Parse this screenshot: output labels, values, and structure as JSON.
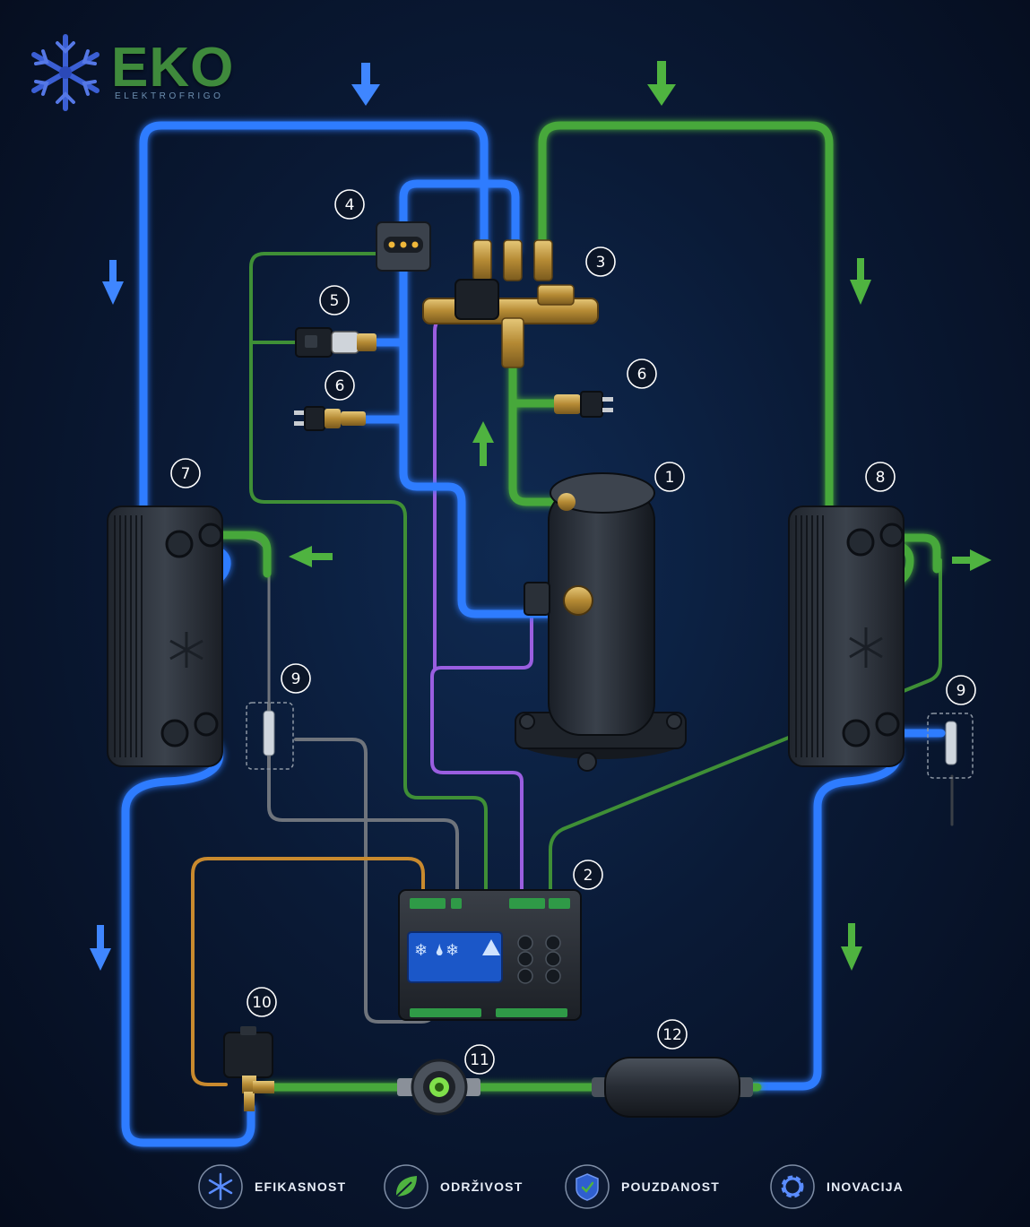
{
  "brand": {
    "name": "EKO",
    "tagline": "ELEKTROFRIGO",
    "icon": "snowflake-icon"
  },
  "callouts": [
    "1",
    "2",
    "3",
    "4",
    "5",
    "6",
    "6",
    "7",
    "8",
    "9",
    "9",
    "10",
    "11",
    "12"
  ],
  "footer": [
    {
      "label": "EFIKASNOST",
      "icon": "snowflake-icon"
    },
    {
      "label": "ODRŽIVOST",
      "icon": "leaf-icon"
    },
    {
      "label": "POUZDANOST",
      "icon": "shield-check-icon"
    },
    {
      "label": "INOVACIJA",
      "icon": "gear-icon"
    }
  ],
  "colors": {
    "pipe_blue": "#2f7bff",
    "pipe_green": "#47a83a",
    "wire_purple": "#9a5ee0",
    "wire_orange": "#c98a2e",
    "wire_gray": "#6f747c",
    "brass": "#c8a24a",
    "background": "#0a1a36"
  }
}
